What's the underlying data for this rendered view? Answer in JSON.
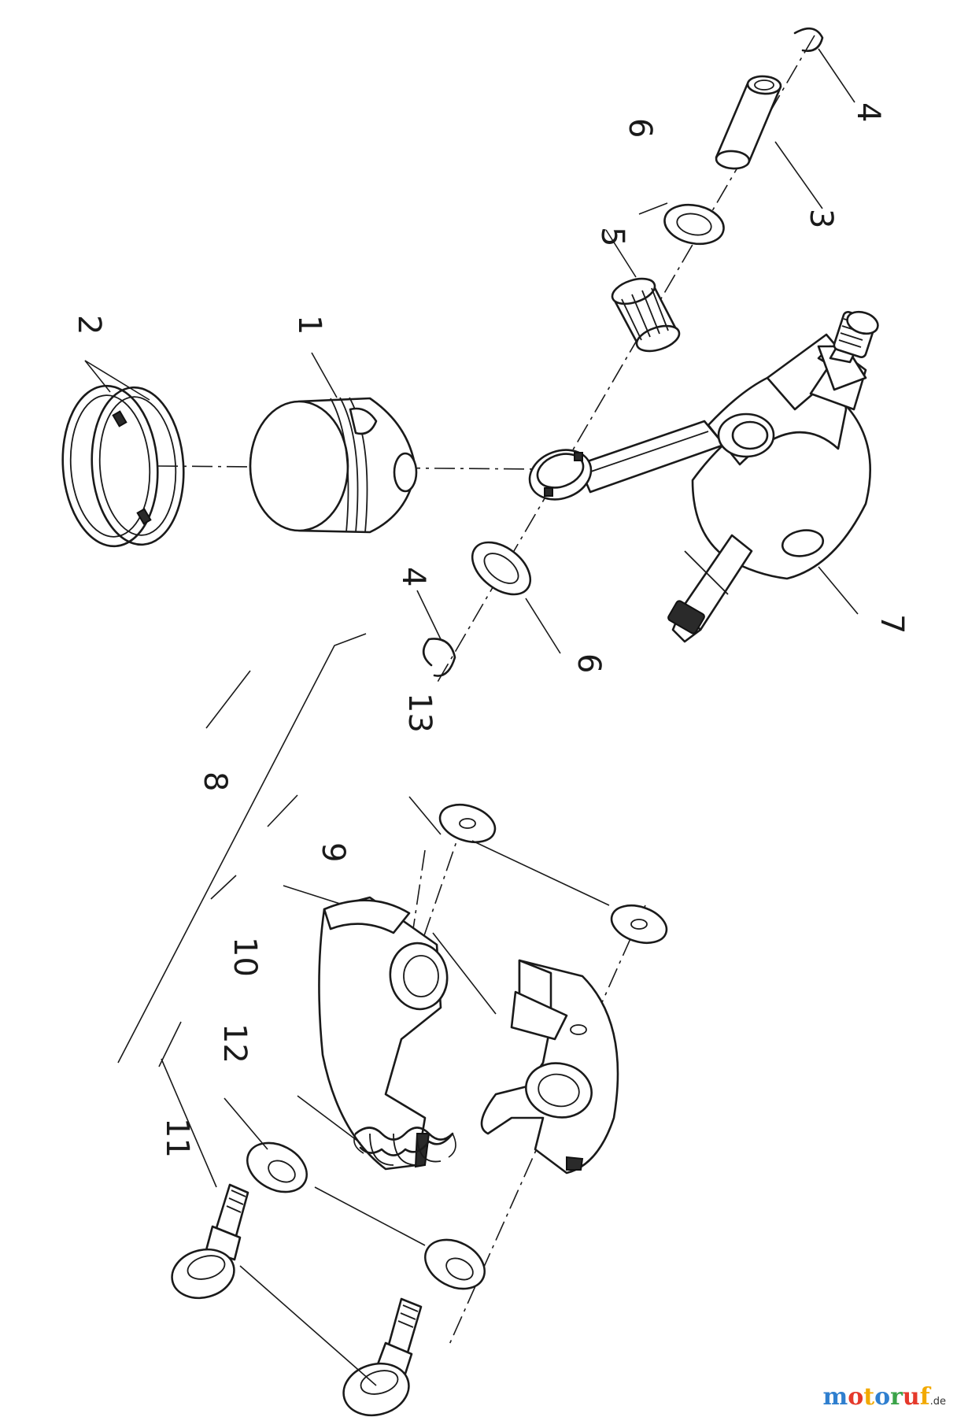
{
  "callouts": {
    "piston": "1",
    "piston_rings": "2",
    "piston_pin": "3",
    "circlip_top": "4",
    "circlip_left": "4",
    "needle_bearing": "5",
    "washer_top": "6",
    "washer_left": "6",
    "crankshaft": "7",
    "clutch_assembly": "8",
    "clutch_shoe": "9",
    "spring": "10",
    "shoulder_bolt": "11",
    "washer_bolt": "12",
    "washer_shoe": "13"
  },
  "brand": {
    "letters": [
      "m",
      "o",
      "t",
      "o",
      "r",
      "u",
      "f"
    ],
    "letter_colors": [
      "#2f7fcf",
      "#e5392b",
      "#f2a900",
      "#2f7fcf",
      "#3aa348",
      "#e5392b",
      "#f2a900"
    ],
    "suffix": ".de"
  }
}
